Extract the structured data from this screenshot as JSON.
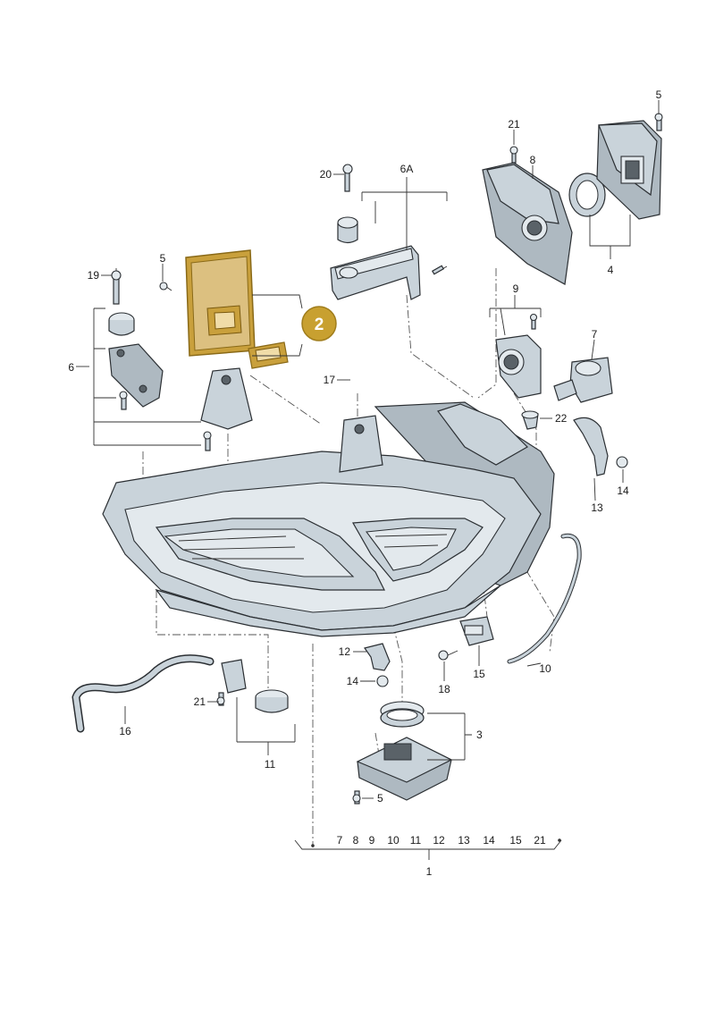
{
  "callout": {
    "number": "2",
    "color": "#c8a030",
    "highlight": "#e8c060"
  },
  "labels": {
    "l1": "1",
    "l3": "3",
    "l4": "4",
    "l5a": "5",
    "l5b": "5",
    "l5c": "5",
    "l6": "6",
    "l6a": "6A",
    "l7": "7",
    "l8": "8",
    "l9": "9",
    "l10": "10",
    "l11": "11",
    "l12": "12",
    "l13": "13",
    "l14a": "14",
    "l14b": "14",
    "l15": "15",
    "l16": "16",
    "l17": "17",
    "l18": "18",
    "l19": "19",
    "l20": "20",
    "l21a": "21",
    "l21b": "21",
    "l22": "22"
  },
  "bottom_list": [
    "7",
    "8",
    "9",
    "10",
    "11",
    "12",
    "13",
    "14",
    "15",
    "21"
  ]
}
